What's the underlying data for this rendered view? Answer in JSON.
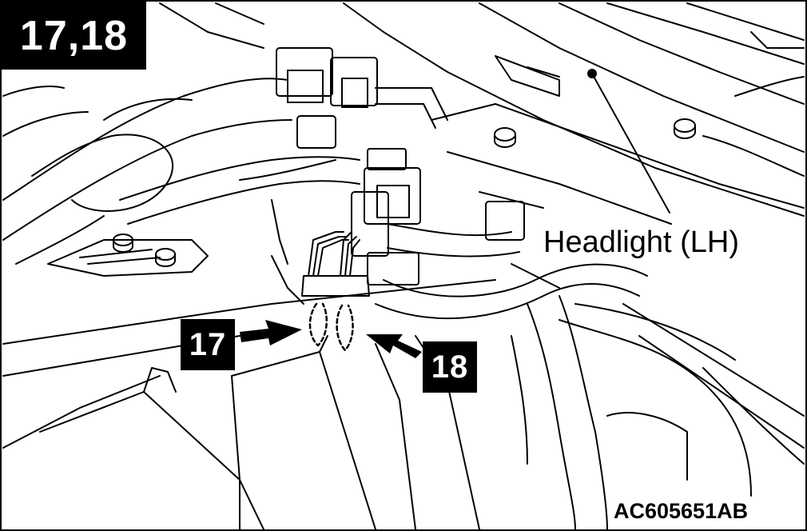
{
  "step_tag": "17,18",
  "callouts": [
    {
      "id": "17",
      "label": "17"
    },
    {
      "id": "18",
      "label": "18"
    }
  ],
  "headlight_label": "Headlight (LH)",
  "figure_code": "AC605651AB",
  "colors": {
    "ink": "#000000",
    "paper": "#ffffff"
  }
}
